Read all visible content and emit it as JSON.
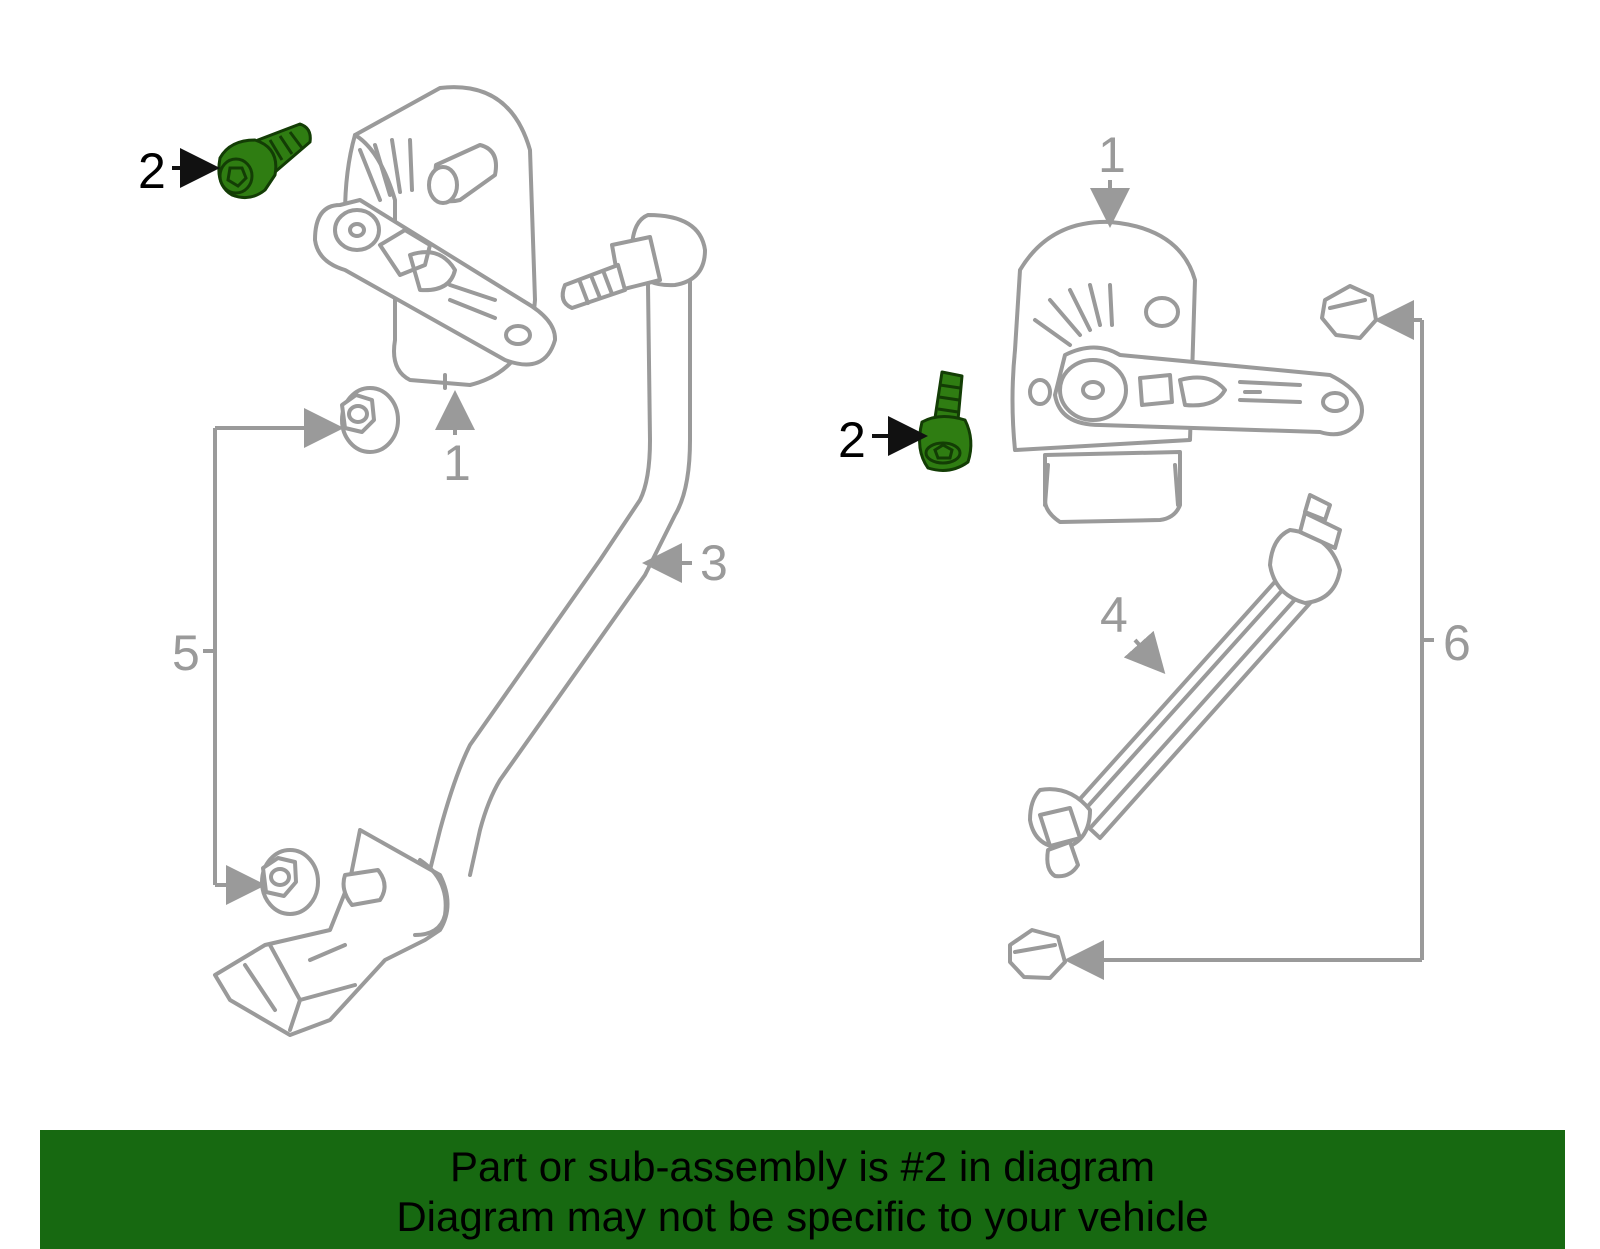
{
  "callouts": {
    "left_sensor": "1",
    "right_sensor": "1",
    "left_bolt": "2",
    "right_bolt": "2",
    "link_rod_left": "3",
    "link_rod_right": "4",
    "nuts_left": "5",
    "nuts_right": "6"
  },
  "highlight_color": "#176911",
  "banner": {
    "line1": "Part or sub-assembly is #2 in diagram",
    "line2": "Diagram may not be specific to your vehicle"
  }
}
